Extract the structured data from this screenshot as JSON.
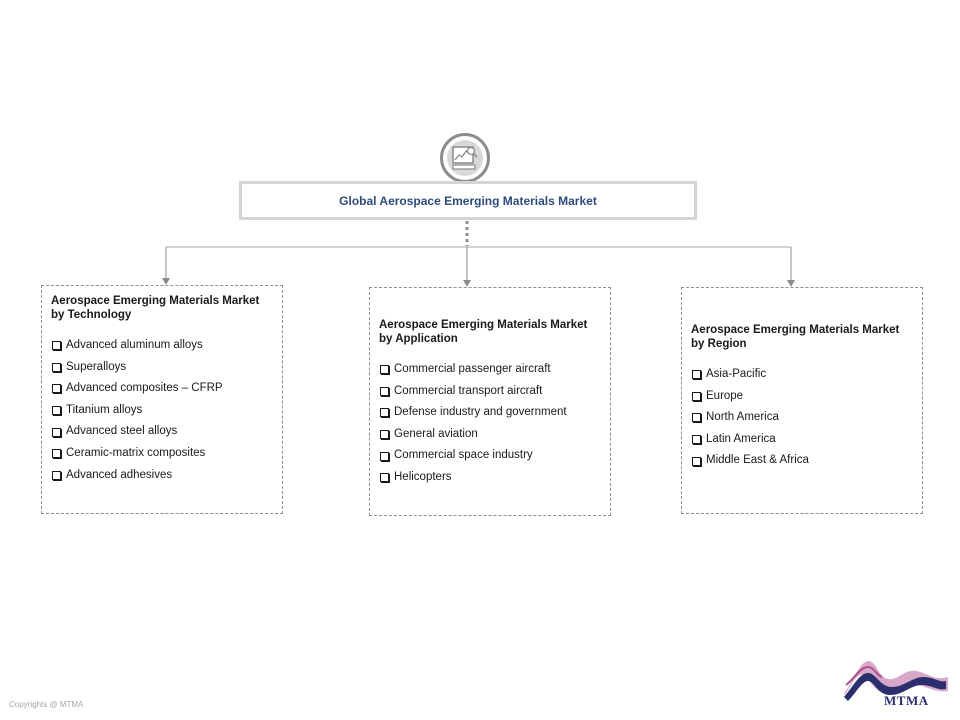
{
  "root": {
    "title": "Global  Aerospace Emerging Materials Market",
    "icon": "market-chart-icon"
  },
  "segments": [
    {
      "id": "technology",
      "title": "Aerospace Emerging Materials Market by Technology",
      "items": [
        "Advanced aluminum alloys",
        "Superalloys",
        "Advanced composites – CFRP",
        "Titanium alloys",
        "Advanced steel alloys",
        "Ceramic-matrix composites",
        "Advanced adhesives"
      ]
    },
    {
      "id": "application",
      "title": "Aerospace Emerging Materials Market by Application",
      "items": [
        "Commercial passenger aircraft",
        "Commercial transport aircraft",
        "Defense industry and government",
        "General aviation",
        "Commercial space industry",
        "Helicopters"
      ]
    },
    {
      "id": "region",
      "title": "Aerospace Emerging Materials Market by Region",
      "items": [
        "Asia-Pacific",
        "Europe",
        "North America",
        "Latin America",
        "Middle East & Africa"
      ]
    }
  ],
  "footer": {
    "copyright": "Copyrights @ MTMA"
  },
  "logo": {
    "text": "MTMA",
    "colors": {
      "purple": "#b0508a",
      "navy": "#2b2f6e",
      "pink": "#e28ab8"
    }
  },
  "colors": {
    "root_title": "#2f4b7c",
    "connector": "#8c8c8c",
    "box_border": "#d4d4d4"
  }
}
